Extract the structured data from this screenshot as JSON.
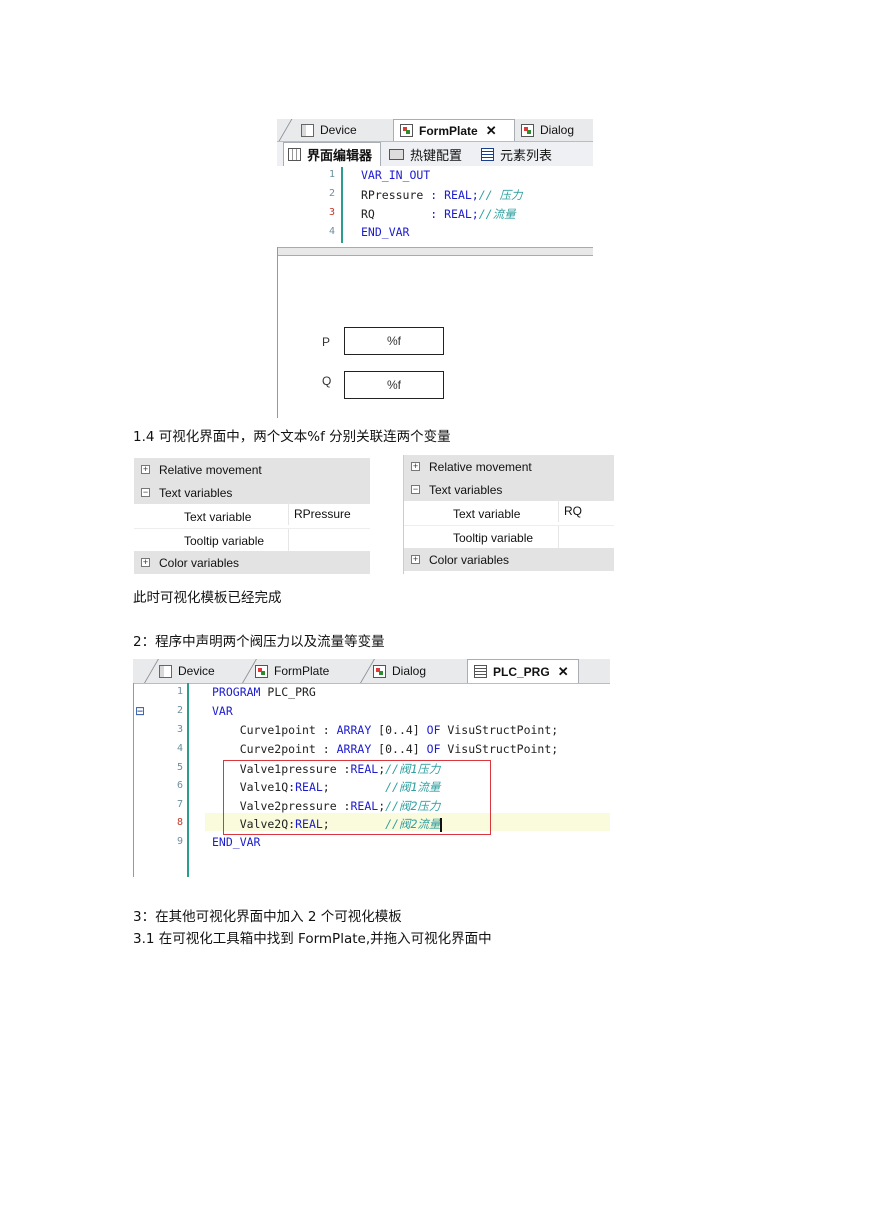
{
  "shot1": {
    "tabs": [
      {
        "label": "Device",
        "icon": "device-icon"
      },
      {
        "label": "FormPlate",
        "icon": "visu-icon",
        "selected": true,
        "close": "✕"
      },
      {
        "label": "Dialog",
        "icon": "visu-icon"
      }
    ],
    "subtabs": [
      "界面编辑器",
      "热键配置",
      "元素列表"
    ],
    "code": [
      {
        "n": "1",
        "text": "VAR_IN_OUT"
      },
      {
        "n": "2",
        "name": "RPressure",
        "type": ": REAL;",
        "comment": "// 压力"
      },
      {
        "n": "3",
        "name": "RQ",
        "type": ": REAL;",
        "comment": "//流量"
      },
      {
        "n": "4",
        "text": "END_VAR"
      }
    ],
    "fields": [
      {
        "label": "P",
        "value": "%f"
      },
      {
        "label": "Q",
        "value": "%f"
      }
    ]
  },
  "caption_14": "1.4  可视化界面中，两个文本%f 分别关联连两个变量",
  "props_left": {
    "rows": [
      "Relative movement",
      "Text variables",
      "Text variable",
      "Tooltip variable",
      "Color variables"
    ],
    "text_variable_value": "RPressure"
  },
  "props_right": {
    "rows": [
      "Relative movement",
      "Text variables",
      "Text variable",
      "Tooltip variable",
      "Color variables"
    ],
    "text_variable_value": "RQ"
  },
  "para_done": "此时可视化模板已经完成",
  "para_2": "2：程序中声明两个阀压力以及流量等变量",
  "shot2": {
    "tabs": [
      {
        "label": "Device",
        "icon": "device-icon"
      },
      {
        "label": "FormPlate",
        "icon": "visu-icon"
      },
      {
        "label": "Dialog",
        "icon": "visu-icon"
      },
      {
        "label": "PLC_PRG",
        "icon": "program-icon",
        "selected": true,
        "close": "✕"
      }
    ],
    "fold_marker": "⊟",
    "code": [
      {
        "n": "1",
        "a": "PROGRAM",
        "b": " PLC_PRG"
      },
      {
        "n": "2",
        "a": "VAR"
      },
      {
        "n": "3",
        "b": "    Curve1point : ",
        "a": "ARRAY",
        "c": " [0..4] ",
        "d": "OF",
        "e": " VisuStructPoint;"
      },
      {
        "n": "4",
        "b": "    Curve2point : ",
        "a": "ARRAY",
        "c": " [0..4] ",
        "d": "OF",
        "e": " VisuStructPoint;"
      },
      {
        "n": "5",
        "b": "    Valve1pressure :",
        "a": "REAL",
        "c": ";",
        "cm": "//阀1压力"
      },
      {
        "n": "6",
        "b": "    Valve1Q:",
        "a": "REAL",
        "c": ";        ",
        "cm": "//阀1流量"
      },
      {
        "n": "7",
        "b": "    Valve2pressure :",
        "a": "REAL",
        "c": ";",
        "cm": "//阀2压力"
      },
      {
        "n": "8",
        "b": "    Valve2Q:",
        "a": "REAL",
        "c": ";        ",
        "cm": "//阀2流量"
      },
      {
        "n": "9",
        "a": "END_VAR"
      }
    ]
  },
  "para_3": "3：在其他可视化界面中加入 2 个可视化模板",
  "para_31": "3.1 在可视化工具箱中找到 FormPlate,并拖入可视化界面中",
  "colors": {
    "keyword": "#1c1ccf",
    "comment": "#2f9fa0",
    "highlight_box": "#d9363e",
    "current_line": "#fafadc"
  }
}
